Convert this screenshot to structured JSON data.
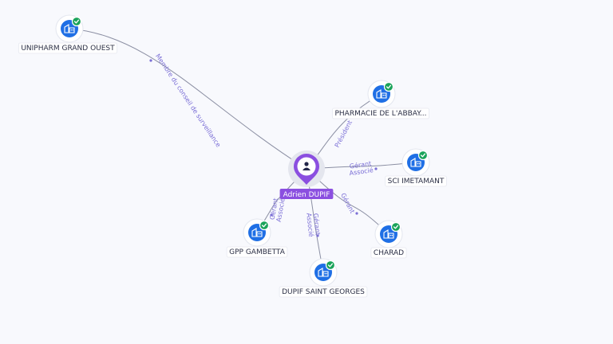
{
  "center": {
    "label": "Adrien DUPIF",
    "icon": "person-icon"
  },
  "nodes": [
    {
      "key": "unipharm",
      "label": "UNIPHARM GRAND OUEST",
      "icon": "building-icon",
      "status": "check-icon"
    },
    {
      "key": "pharmacie",
      "label": "PHARMACIE DE L'ABBAY...",
      "icon": "building-icon",
      "status": "check-icon"
    },
    {
      "key": "sci",
      "label": "SCI IMETAMANT",
      "icon": "building-icon",
      "status": "check-icon"
    },
    {
      "key": "charad",
      "label": "CHARAD",
      "icon": "building-icon",
      "status": "check-icon"
    },
    {
      "key": "dupif",
      "label": "DUPIF SAINT GEORGES",
      "icon": "building-icon",
      "status": "check-icon"
    },
    {
      "key": "gpp",
      "label": "GPP GAMBETTA",
      "icon": "building-icon",
      "status": "check-icon"
    }
  ],
  "edges": [
    {
      "to": "unipharm",
      "lines": [
        "Membre du conseil de surveillance"
      ]
    },
    {
      "to": "pharmacie",
      "lines": [
        "Président"
      ]
    },
    {
      "to": "sci",
      "lines": [
        "Gérant",
        "Associé"
      ]
    },
    {
      "to": "charad",
      "lines": [
        "Gérant"
      ]
    },
    {
      "to": "dupif",
      "lines": [
        "Gérant",
        "Associé"
      ]
    },
    {
      "to": "gpp",
      "lines": [
        "Gérant",
        "Associé"
      ]
    }
  ],
  "colors": {
    "person": "#8b4fe0",
    "company": "#1f6fe5",
    "check": "#1aa35a",
    "edge_label": "#7b6fd6"
  }
}
